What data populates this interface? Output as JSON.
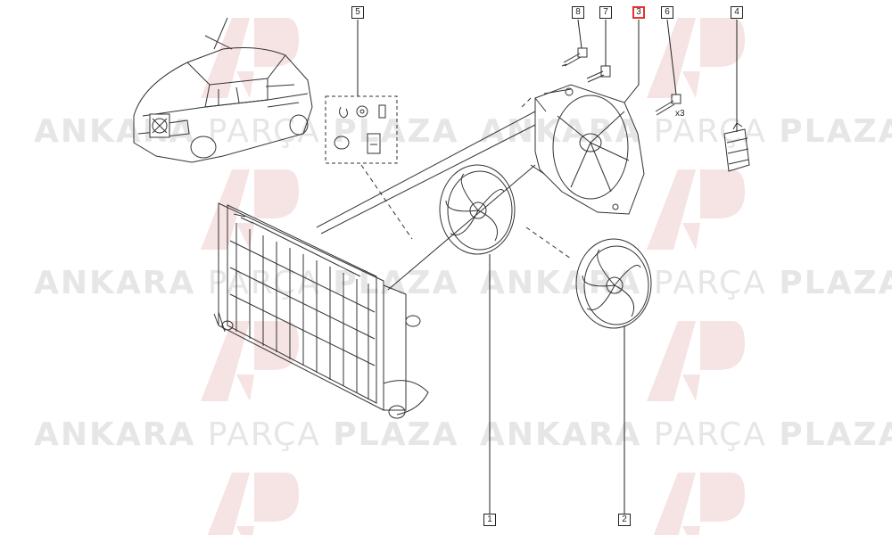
{
  "watermark": {
    "word1": "ANKARA",
    "word2": "PARÇA",
    "word3": "PLAZA"
  },
  "callouts": [
    {
      "id": "1",
      "label": "1"
    },
    {
      "id": "2",
      "label": "2"
    },
    {
      "id": "3",
      "label": "3",
      "highlighted": true
    },
    {
      "id": "4",
      "label": "4"
    },
    {
      "id": "5",
      "label": "5"
    },
    {
      "id": "6",
      "label": "6"
    },
    {
      "id": "7",
      "label": "7"
    },
    {
      "id": "8",
      "label": "8"
    }
  ],
  "quantity_note": "x3",
  "colors": {
    "highlight": "#e8312c",
    "line": "#222222",
    "watermark": "#e6e6e6"
  }
}
